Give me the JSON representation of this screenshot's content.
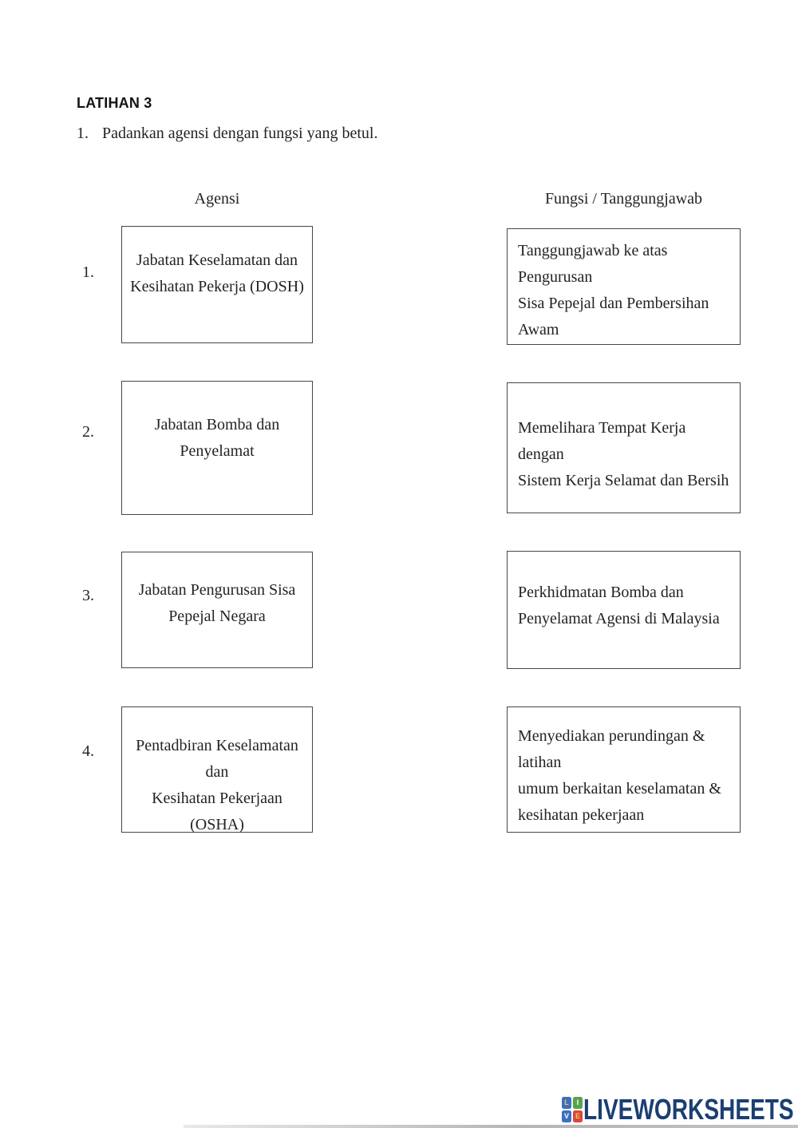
{
  "page": {
    "title": "LATIHAN 3",
    "instruction_number": "1.",
    "instruction": "Padankan agensi dengan fungsi yang betul."
  },
  "columns": {
    "left_header": "Agensi",
    "right_header": "Fungsi / Tanggungjawab"
  },
  "agencies": [
    {
      "number": "1.",
      "text": "Jabatan Keselamatan dan\nKesihatan Pekerja (DOSH)"
    },
    {
      "number": "2.",
      "text": "Jabatan Bomba dan\nPenyelamat"
    },
    {
      "number": "3.",
      "text": "Jabatan Pengurusan Sisa\nPepejal Negara"
    },
    {
      "number": "4.",
      "text": "Pentadbiran Keselamatan dan\nKesihatan Pekerjaan (OSHA)"
    }
  ],
  "functions": [
    {
      "text": "Tanggungjawab ke atas Pengurusan\nSisa Pepejal dan Pembersihan\nAwam"
    },
    {
      "text": "Memelihara Tempat Kerja dengan\nSistem Kerja Selamat dan Bersih"
    },
    {
      "text": "Perkhidmatan Bomba dan\nPenyelamat Agensi di Malaysia"
    },
    {
      "text": "Menyediakan perundingan & latihan\numum berkaitan keselamatan &\nkesihatan pekerjaan"
    }
  ],
  "footer": {
    "brand": "LIVEWORKSHEETS",
    "brand_color": "#1b3e73",
    "icon_tiles": [
      {
        "letter": "L",
        "bg": "#3e6fbe",
        "fg": "#f2c94c"
      },
      {
        "letter": "I",
        "bg": "#57a44b",
        "fg": "#ffffff"
      },
      {
        "letter": "V",
        "bg": "#3e6fbe",
        "fg": "#ffffff"
      },
      {
        "letter": "E",
        "bg": "#d9463d",
        "fg": "#f2c94c"
      }
    ]
  }
}
